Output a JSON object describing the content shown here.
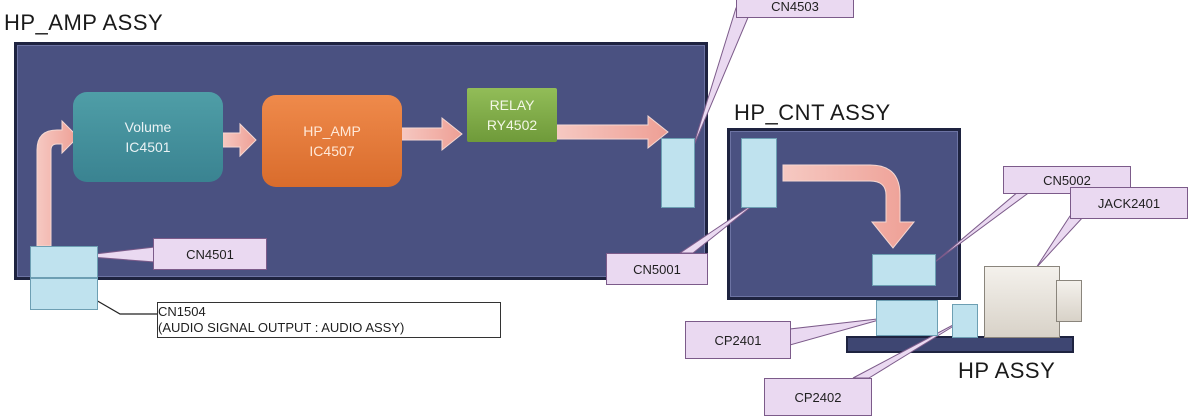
{
  "assemblies": {
    "hp_amp": "HP_AMP ASSY",
    "hp_cnt": "HP_CNT ASSY",
    "hp": "HP ASSY"
  },
  "blocks": {
    "volume": {
      "line1": "Volume",
      "line2": "IC4501"
    },
    "hp_amp": {
      "line1": "HP_AMP",
      "line2": "IC4507"
    },
    "relay": {
      "line1": "RELAY",
      "line2": "RY4502"
    }
  },
  "callouts": {
    "cn4503": "CN4503",
    "cn4501": "CN4501",
    "cn1504_line1": "CN1504",
    "cn1504_line2": "(AUDIO SIGNAL OUTPUT : AUDIO ASSY)",
    "cn5001": "CN5001",
    "cn5002": "CN5002",
    "jack2401": "JACK2401",
    "cp2401": "CP2401",
    "cp2402": "CP2402"
  },
  "colors": {
    "panel": "#4a5181",
    "volume_block": "#3a8391",
    "amp_block": "#d96c2c",
    "relay_block": "#6f9a3a",
    "flow_arrow": "#f2b8b0",
    "connector": "#bfe2ee",
    "callout": "#ead9f1"
  }
}
